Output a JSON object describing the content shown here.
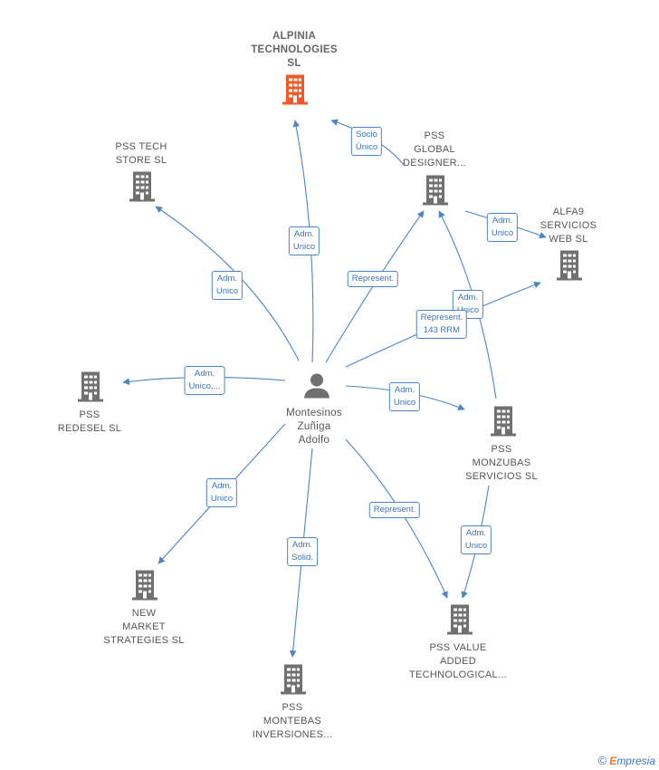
{
  "nodes": {
    "center": {
      "lines": [
        "Montesinos",
        "Zuñiga",
        "Adolfo"
      ]
    },
    "alpinia": {
      "lines": [
        "ALPINIA",
        "TECHNOLOGIES",
        "SL"
      ],
      "color": "#f05a28"
    },
    "tech_store": {
      "lines": [
        "PSS TECH",
        "STORE  SL"
      ]
    },
    "global_designer": {
      "lines": [
        "PSS",
        "GLOBAL",
        "DESIGNER..."
      ]
    },
    "alfa9": {
      "lines": [
        "ALFA9",
        "SERVICIOS",
        "WEB  SL"
      ]
    },
    "redesel": {
      "lines": [
        "PSS",
        "REDESEL  SL"
      ]
    },
    "monzubas": {
      "lines": [
        "PSS",
        "MONZUBAS",
        "SERVICIOS  SL"
      ]
    },
    "new_market": {
      "lines": [
        "NEW",
        "MARKET",
        "STRATEGIES SL"
      ]
    },
    "value_added": {
      "lines": [
        "PSS VALUE",
        "ADDED",
        "TECHNOLOGICAL..."
      ]
    },
    "montebas": {
      "lines": [
        "PSS",
        "MONTEBAS",
        "INVERSIONES..."
      ]
    }
  },
  "edges": [
    {
      "id": "e_alpinia",
      "lines": [
        "Adm.",
        "Unico"
      ]
    },
    {
      "id": "e_tech_store",
      "lines": [
        "Adm.",
        "Unico"
      ]
    },
    {
      "id": "e_global_rep",
      "lines": [
        "Represent."
      ]
    },
    {
      "id": "e_global_alpinia",
      "lines": [
        "Socio",
        "Único"
      ]
    },
    {
      "id": "e_global_alfa9",
      "lines": [
        "Adm.",
        "Unico"
      ]
    },
    {
      "id": "e_monzubas_global",
      "lines": [
        "Adm.",
        "Unico"
      ]
    },
    {
      "id": "e_alfa9_rep",
      "lines": [
        "Represent.",
        "143 RRM"
      ]
    },
    {
      "id": "e_redesel",
      "lines": [
        "Adm.",
        "Unico,..."
      ]
    },
    {
      "id": "e_monzubas",
      "lines": [
        "Adm.",
        "Unico"
      ]
    },
    {
      "id": "e_new_market",
      "lines": [
        "Adm.",
        "Unico"
      ]
    },
    {
      "id": "e_montebas",
      "lines": [
        "Adm.",
        "Solid."
      ]
    },
    {
      "id": "e_value_rep",
      "lines": [
        "Represent."
      ]
    },
    {
      "id": "e_monzubas_value",
      "lines": [
        "Adm.",
        "Unico"
      ]
    }
  ],
  "colors": {
    "edge": "#4a86c8",
    "building": "#707070",
    "highlight": "#f05a28"
  },
  "footer": {
    "copyright": "©",
    "brand_initial": "E",
    "brand_rest": "mpresia"
  }
}
